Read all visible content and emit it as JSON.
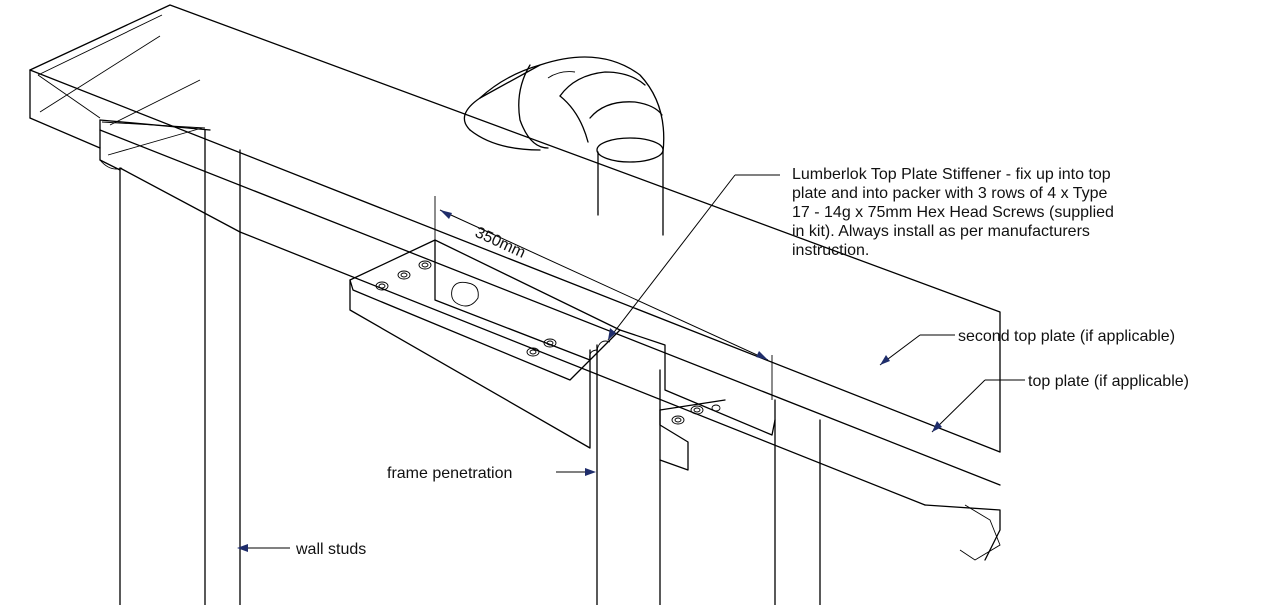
{
  "labels": {
    "stiffener_note": "Lumberlok Top Plate Stiffener - fix up into top\nplate and into packer with 3 rows of 4 x Type\n17 - 14g x 75mm Hex Head Screws (supplied\nin kit).  Always install as per manufacturers\ninstruction.",
    "dimension": "350mm",
    "second_top_plate": "second top plate (if applicable)",
    "top_plate": "top plate (if applicable)",
    "frame_penetration": "frame penetration",
    "wall_studs": "wall studs"
  },
  "colors": {
    "linework": "#000000",
    "arrowheads": "#1f2d6b",
    "background": "#ffffff"
  }
}
